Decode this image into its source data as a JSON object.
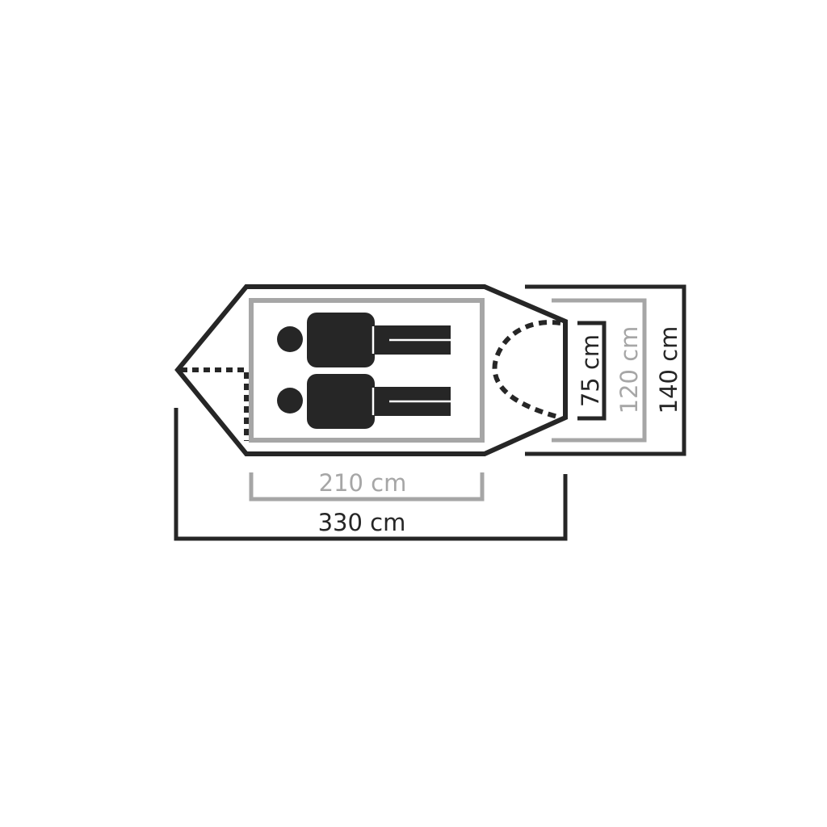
{
  "colors": {
    "background": "#ffffff",
    "outline": "#262626",
    "inner": "#a6a6a6",
    "figure": "#262626"
  },
  "icons": {
    "sleepers": [
      "person-icon",
      "person-icon"
    ]
  },
  "dimensions": {
    "total_length": "330 cm",
    "inner_length": "210 cm",
    "vestibule_depth": "75 cm",
    "inner_width": "120 cm",
    "total_width": "140 cm"
  }
}
